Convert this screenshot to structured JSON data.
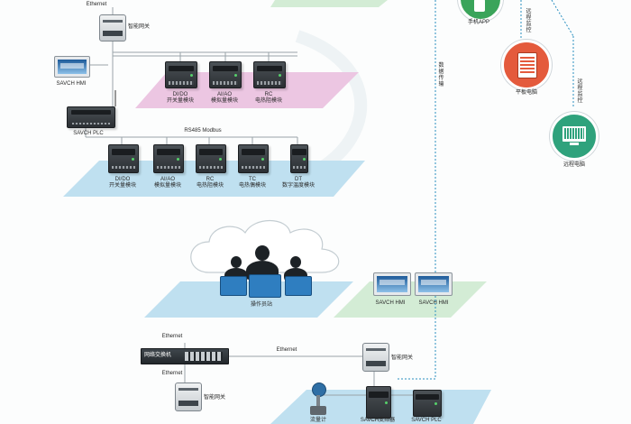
{
  "colors": {
    "platform_blue": "#bfe0f0",
    "platform_pink": "#ecc6e2",
    "platform_green": "#d3ecd5",
    "link_blue": "#2a8fc0",
    "app_green": "#3aa45a",
    "tablet_red": "#e45a3c",
    "pc_teal": "#2fa27c"
  },
  "top_section": {
    "ethernet_label": "Ethernet",
    "gateway_label": "智能网关",
    "hmi_label": "SAVCH HMI",
    "plc_label": "SAVCH PLC",
    "upper_modules": [
      {
        "line1": "DI/DO",
        "line2": "开关量模块",
        "icon": "io-module-icon"
      },
      {
        "line1": "AI/AO",
        "line2": "模拟量模块",
        "icon": "io-module-icon"
      },
      {
        "line1": "RC",
        "line2": "电热阻模块",
        "icon": "io-module-icon"
      }
    ],
    "bus_label": "RS485  Modbus",
    "lower_modules": [
      {
        "line1": "DI/DO",
        "line2": "开关量模块",
        "icon": "io-module-icon"
      },
      {
        "line1": "AI/AO",
        "line2": "模拟量模块",
        "icon": "io-module-icon"
      },
      {
        "line1": "RC",
        "line2": "电热阻模块",
        "icon": "io-module-icon"
      },
      {
        "line1": "TC",
        "line2": "电热偶模块",
        "icon": "io-module-icon"
      },
      {
        "line1": "DT",
        "line2": "数字温度模块",
        "icon": "temperature-module-icon"
      }
    ]
  },
  "right_section": {
    "data_transfer": "数据传输",
    "remote_monitor": "远程监控",
    "remote_control": "远程监控",
    "phone_app_label": "手机APP",
    "tablet_label": "平板电脑",
    "remote_pc_label": "远程电脑"
  },
  "bottom_section": {
    "operator_label": "操作员站",
    "hmi1_label": "SAVCH HMI",
    "hmi2_label": "SAVCH HMI",
    "ethernet_label_1": "Ethernet",
    "switch_label": "网络交换机",
    "ethernet_label_2": "Ethernet",
    "gateway_right_label": "智能网关",
    "ethernet_label_3": "Ethernet",
    "gateway_left_label": "智能网关",
    "flowmeter_label": "流量计",
    "inverter_label": "SAVCH变频器",
    "plc_label": "SAVCH PLC"
  }
}
